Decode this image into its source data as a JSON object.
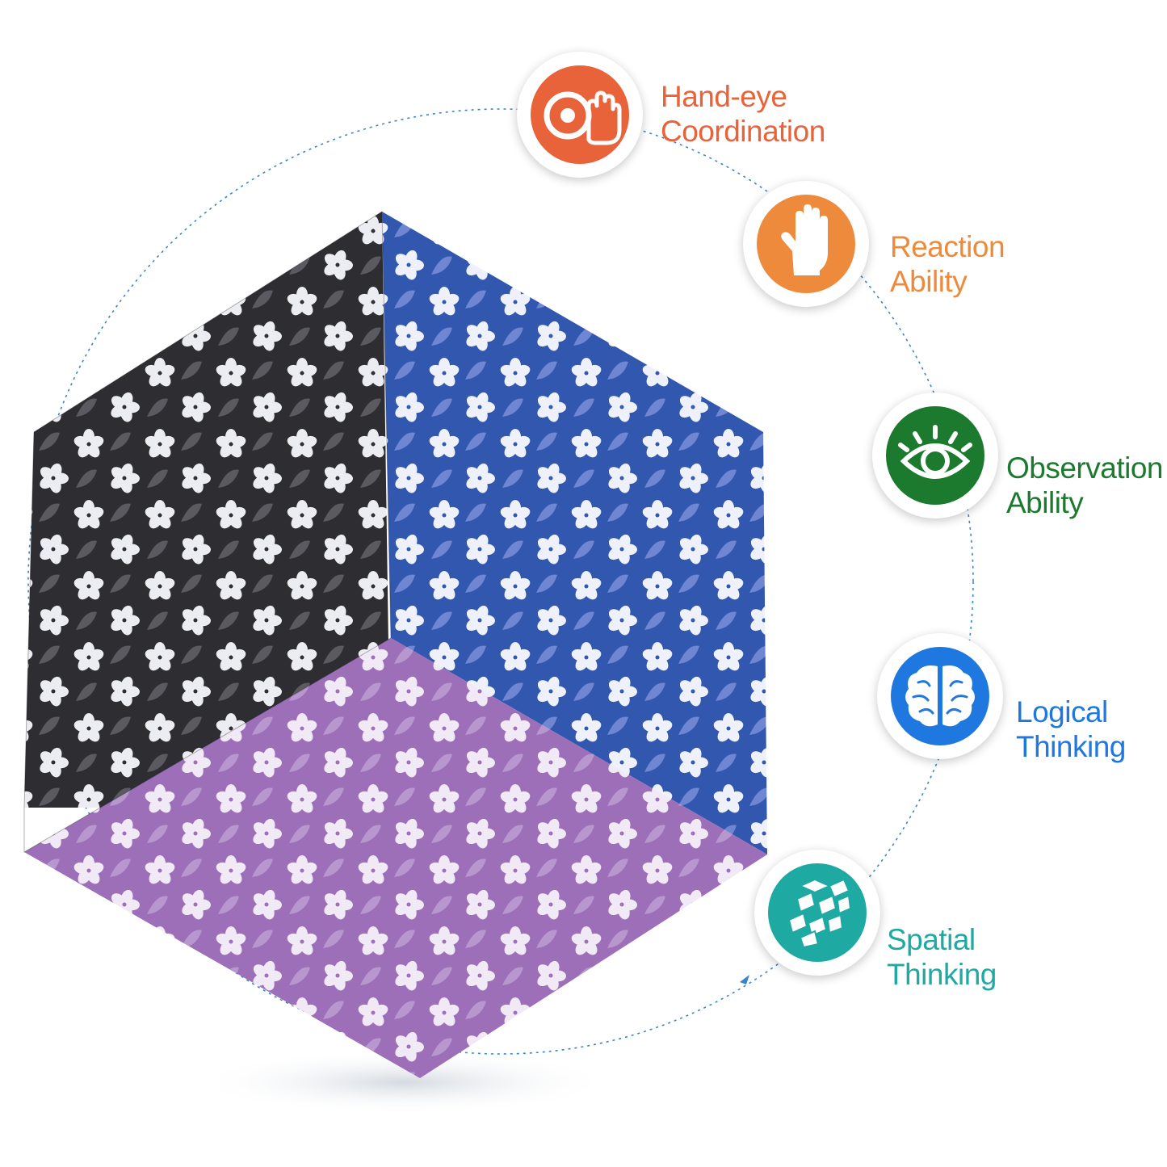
{
  "colors": {
    "orange_red": "#E8623A",
    "orange": "#EE8A3B",
    "green": "#1B7A2E",
    "blue": "#1E78E0",
    "teal": "#1FA9A3",
    "cube_black": "#2E2E32",
    "cube_blue": "#3157AE",
    "cube_purple": "#9C6FB8",
    "dotted_circle": "#3C84C8"
  },
  "features": [
    {
      "icon": "eye-hand-icon",
      "line1": "Hand-eye",
      "line2": "Coordination",
      "color": "#E8623A"
    },
    {
      "icon": "hand-icon",
      "line1": "Reaction",
      "line2": "Ability",
      "color": "#EE8A3B"
    },
    {
      "icon": "eye-icon",
      "line1": "Observation",
      "line2": "Ability",
      "color": "#1B7A2E"
    },
    {
      "icon": "brain-icon",
      "line1": "Logical",
      "line2": "Thinking",
      "color": "#1E78E0"
    },
    {
      "icon": "cube-puzzle-icon",
      "line1": "Spatial",
      "line2": "Thinking",
      "color": "#1FA9A3"
    }
  ]
}
